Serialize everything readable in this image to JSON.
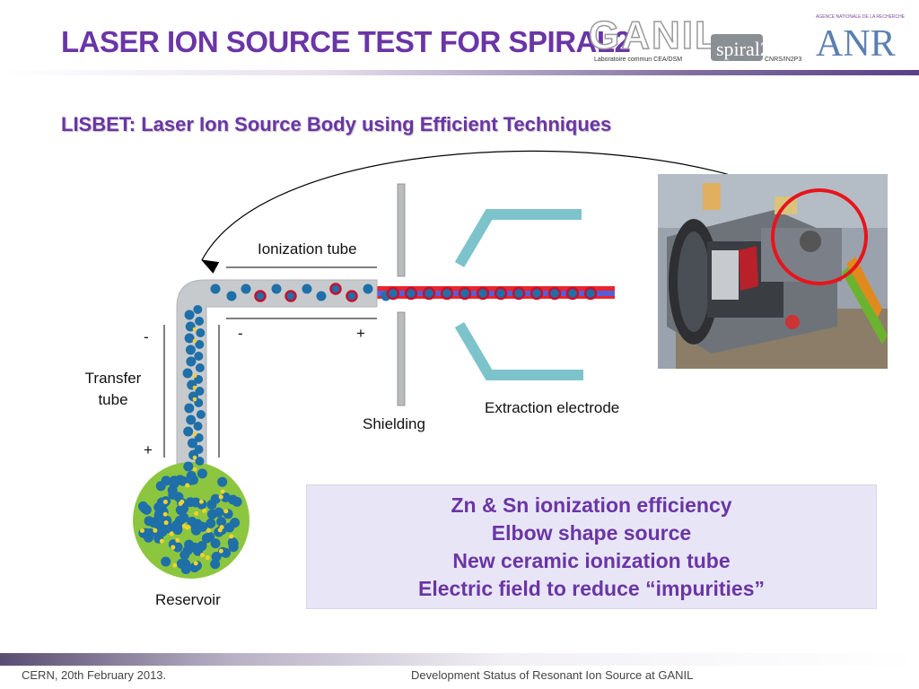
{
  "header": {
    "title": "LASER ION SOURCE TEST FOR SPIRAL2",
    "subtitle": "LISBET: Laser Ion Source Body using Efficient Techniques"
  },
  "logos": {
    "ganil": {
      "name": "GANIL",
      "spiral": "spiral2",
      "line1": "Laboratoire commun CEA/DSM",
      "line2": "CNRS/IN2P3"
    },
    "anr": {
      "small_text": "AGENCE NATIONALE DE LA RECHERCHE",
      "letters": "ANR"
    }
  },
  "diagram": {
    "labels": {
      "ionization_tube": "Ionization tube",
      "transfer_tube": [
        "Transfer",
        "tube"
      ],
      "reservoir": "Reservoir",
      "shielding": "Shielding",
      "extraction_electrode": "Extraction electrode",
      "minus_left": "-",
      "plus_left": "+",
      "minus_tube": "-",
      "plus_tube": "+"
    },
    "colors": {
      "tube": "#c8cbce",
      "ion": "#1f6fa8",
      "ion_circle": "#c8102e",
      "reservoir": "#8cc63f",
      "electrode": "#7dc3cc",
      "beam_red": "#e8262b",
      "beam_blue": "#4b5fd6",
      "impurity": "#f2d22e"
    }
  },
  "infobox": {
    "lines": [
      "Zn & Sn ionization efficiency",
      "Elbow shape source",
      "New ceramic ionization tube",
      "Electric field to reduce “impurities”"
    ]
  },
  "footer": {
    "left": "CERN, 20th February 2013.",
    "center": "Development Status of Resonant Ion Source at GANIL"
  }
}
